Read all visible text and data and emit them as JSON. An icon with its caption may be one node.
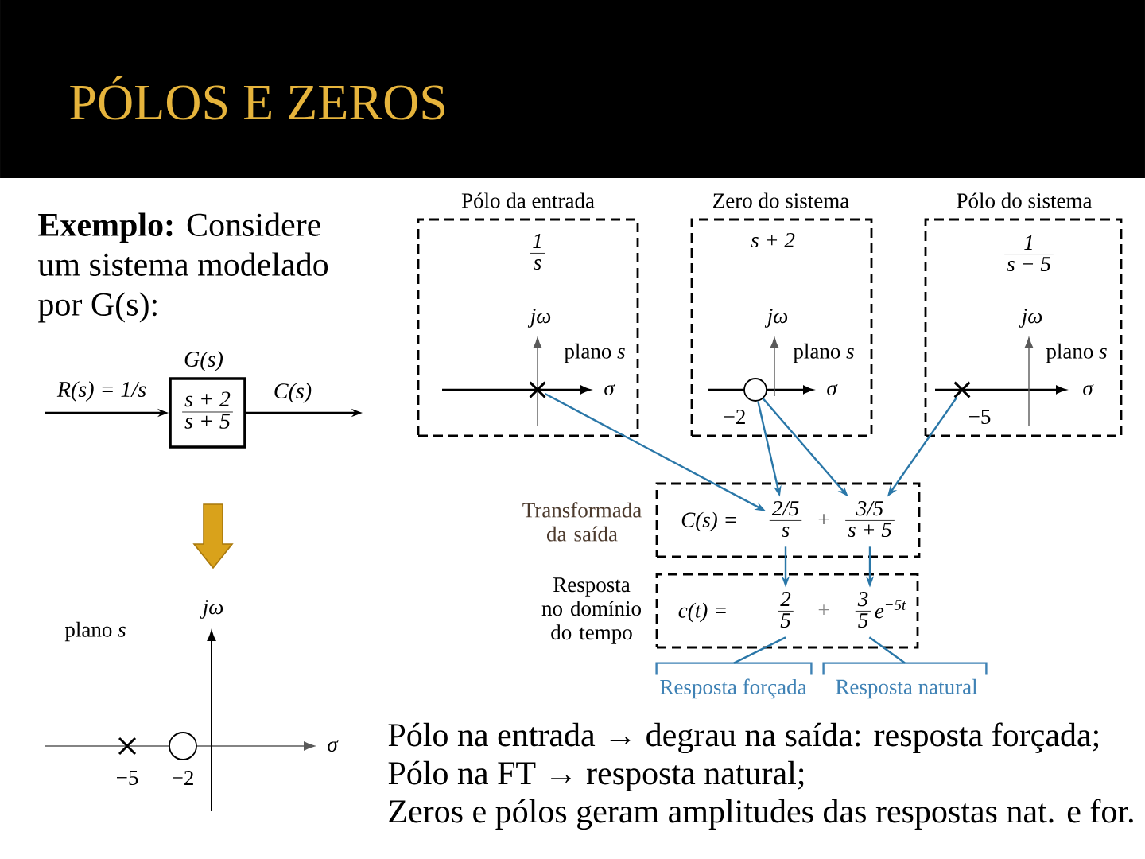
{
  "diagram": {
    "title": "PÓLOS E ZEROS",
    "nodes": [
      {
        "text": [
          "G(s)",
          "s + 2",
          "s + 5"
        ]
      },
      {
        "text": [
          "Pólo da entrada",
          "1",
          "s",
          "jω",
          "plano *s*",
          "σ"
        ]
      },
      {
        "text": [],
        "shape": "cross",
        "in": 1
      },
      {
        "text": [
          "Zero do sistema",
          "s + 2",
          "jω",
          "plano *s*",
          "σ",
          "−2"
        ]
      },
      {
        "text": [],
        "shape": "circle",
        "in": 3
      },
      {
        "text": [
          "Pólo do sistema",
          "1",
          "s − 5",
          "jω",
          "plano *s*",
          "σ",
          "−5"
        ]
      },
      {
        "text": [],
        "shape": "cross",
        "in": 5
      },
      {
        "text": [
          "C(s) =",
          "+"
        ],
        "beside": [
          "Transformada da saída"
        ]
      },
      {
        "text": [
          "2/5",
          "s"
        ],
        "in": 7
      },
      {
        "text": [
          "3/5",
          "s + 5"
        ],
        "in": 7
      },
      {
        "text": [
          "c(t) =",
          "+"
        ],
        "beside": [
          "Resposta no domínio do tempo"
        ]
      },
      {
        "text": [
          "2",
          "5"
        ],
        "in": 10
      },
      {
        "text": [
          "3",
          "5",
          "e$^{−5t}$"
        ],
        "in": 10
      },
      {
        "text": [
          "Resposta forçada"
        ]
      },
      {
        "text": [
          "Resposta natural"
        ]
      }
    ],
    "edges": [
      {
        "from": null,
        "to": 0,
        "arrow": "to",
        "label": "R(s) = 1/s",
        "color": "#000000"
      },
      {
        "from": 0,
        "to": null,
        "arrow": "to",
        "label": "C(s)",
        "color": "#000000"
      },
      {
        "from": 2,
        "to": 8,
        "arrow": "to"
      },
      {
        "from": 4,
        "to": 8,
        "arrow": "to"
      },
      {
        "from": 4,
        "to": 9,
        "arrow": "to"
      },
      {
        "from": 6,
        "to": 9,
        "arrow": "to"
      },
      {
        "from": 8,
        "to": 11,
        "arrow": "to"
      },
      {
        "from": 9,
        "to": 12,
        "arrow": "to"
      },
      {
        "from": 11,
        "to": 13,
        "arrow": "none"
      },
      {
        "from": 12,
        "to": 14,
        "arrow": "none"
      }
    ],
    "labels": [
      "**Exemplo:** Considere um sistema modelado por G(s):",
      "jω",
      "plano *s*",
      "σ",
      "−5",
      "−2",
      "Pólo na entrada → degrau na saída: resposta forçada;",
      "Pólo na FT → resposta natural;",
      "Zeros e pólos geram amplitudes das respostas nat. e for."
    ]
  }
}
